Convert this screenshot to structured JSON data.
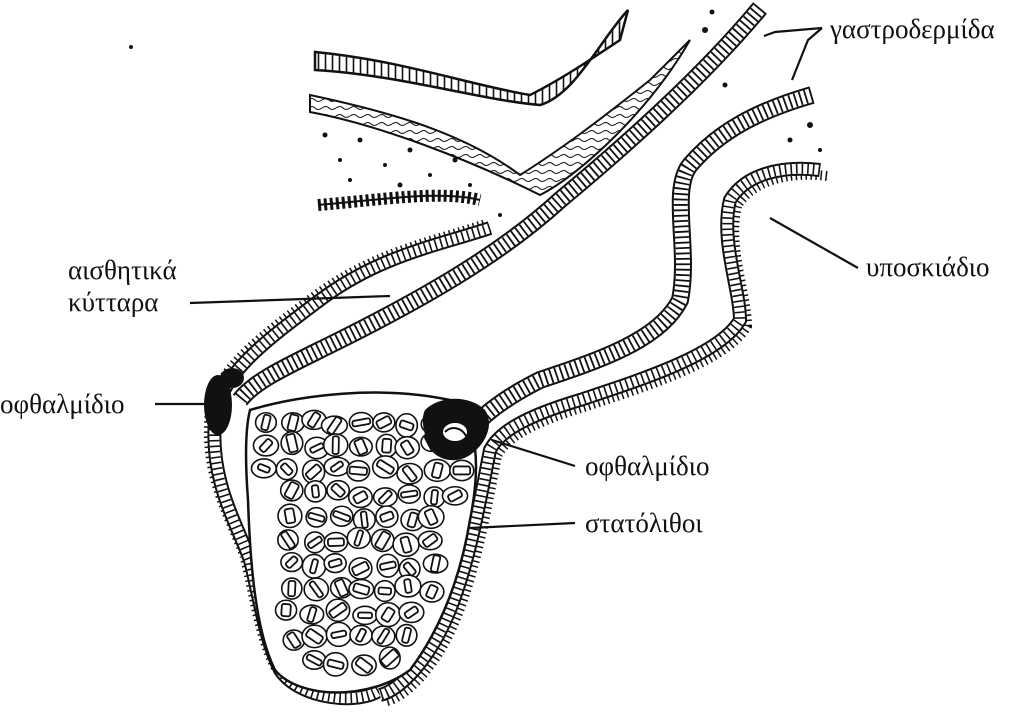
{
  "labels": {
    "gastrodermis": "γαστροδερμίδα",
    "subumbrella": "υποσκιάδιο",
    "sensory_cells_line1": "αισθητικά",
    "sensory_cells_line2": "κύτταρα",
    "ocellus_left": "οφθαλμίδιο",
    "ocellus_right": "οφθαλμίδιο",
    "statoliths": "στατόλιθοι"
  },
  "colors": {
    "ink": "#111111",
    "paper": "#ffffff"
  }
}
